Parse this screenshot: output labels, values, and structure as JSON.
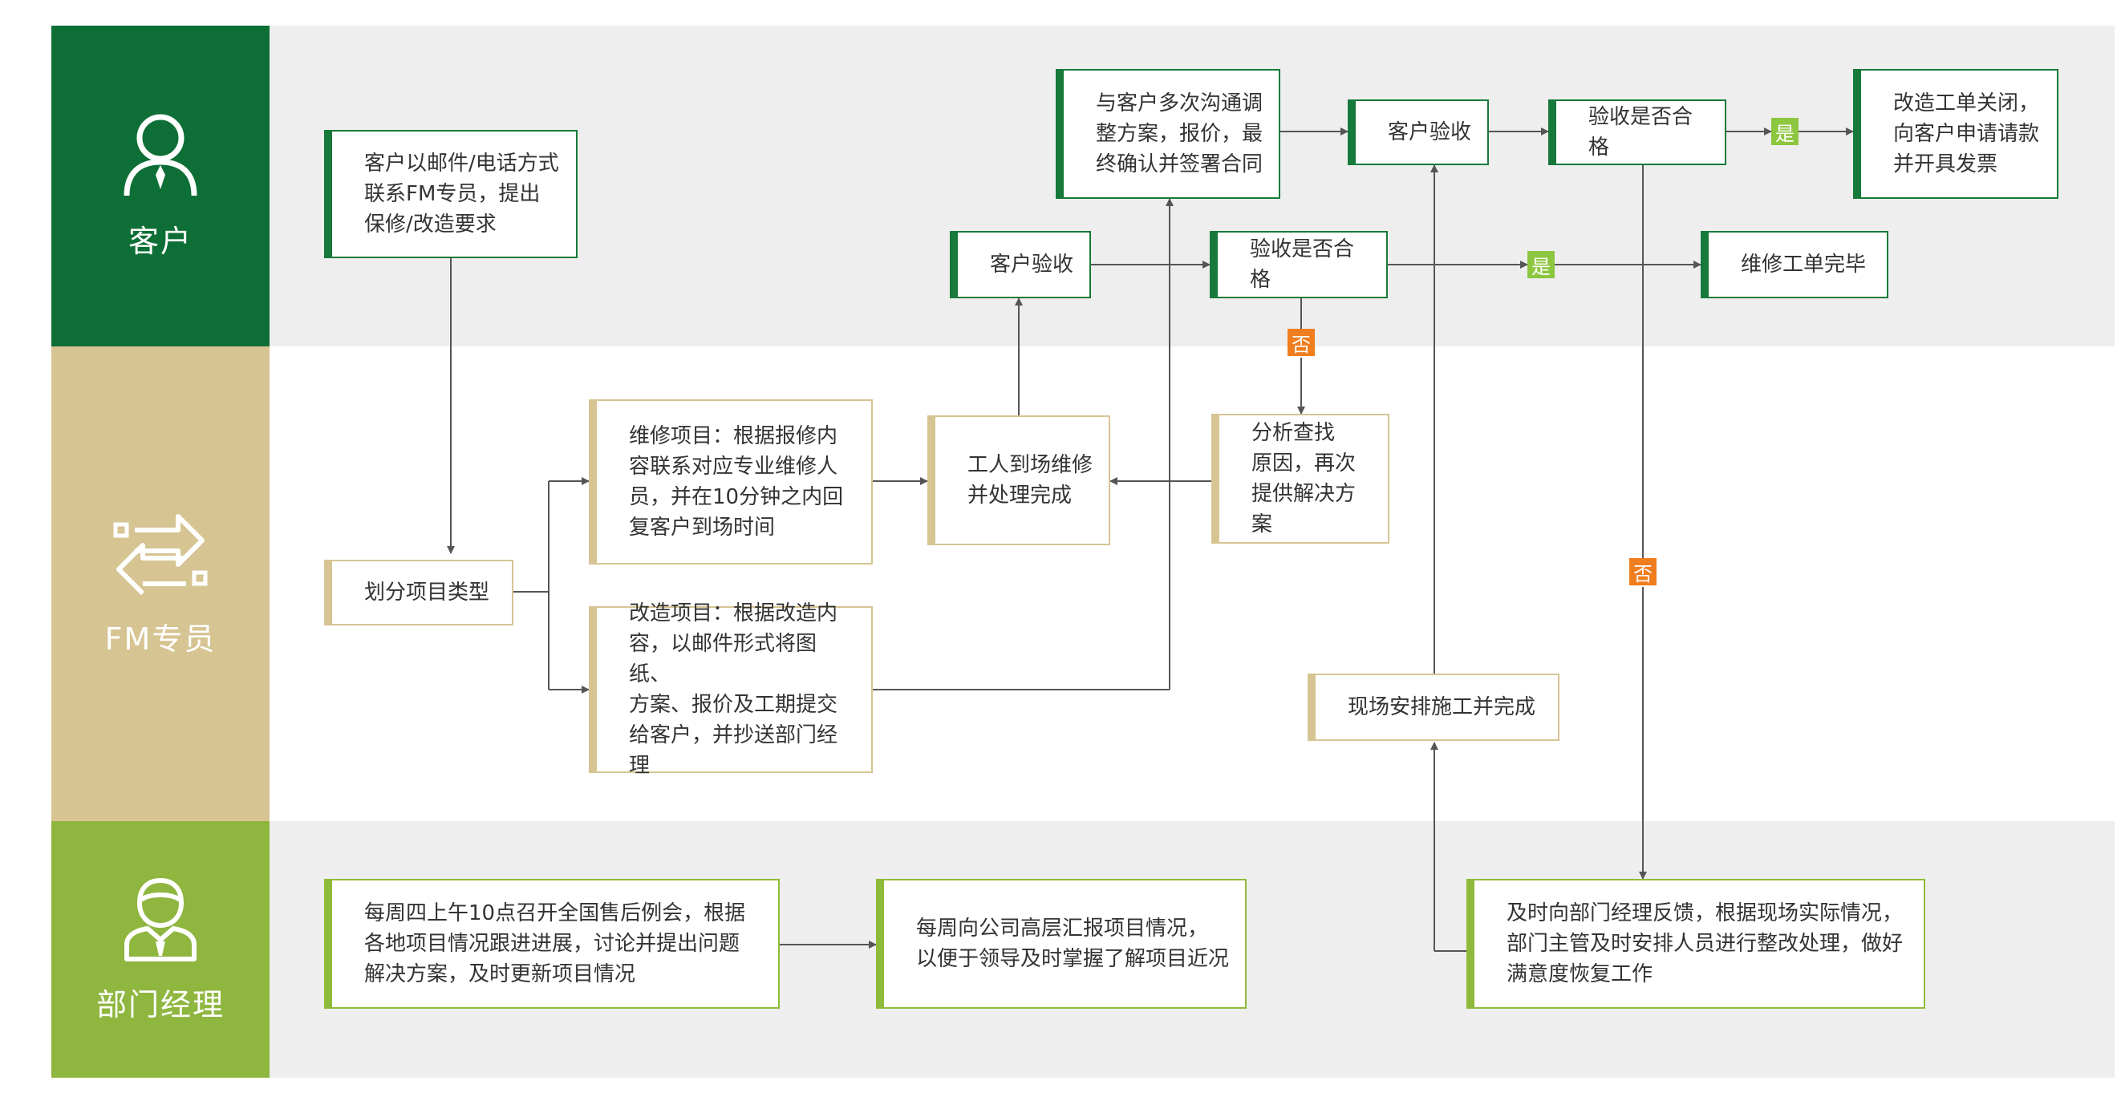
{
  "lanes": {
    "customer": {
      "title": "客户",
      "icon": "customer-person-icon",
      "color": "#0e6f36"
    },
    "fm": {
      "title": "FM专员",
      "icon": "transfer-arrows-icon",
      "color": "#d6c493"
    },
    "manager": {
      "title": "部门经理",
      "icon": "manager-person-icon",
      "color": "#8fb63f"
    }
  },
  "boxes": {
    "customer_request": "客户以邮件/电话方式\n联系FM专员，提出\n保修/改造要求",
    "negotiate_contract": "与客户多次沟通调\n整方案，报价，最\n终确认并签署合同",
    "acceptance_top": "客户验收",
    "check_top": "验收是否合格",
    "close_order": "改造工单关闭，\n向客户申请请款\n并开具发票",
    "acceptance_repair": "客户验收",
    "check_repair": "验收是否合格",
    "repair_done": "维修工单完毕",
    "classify": "划分项目类型",
    "repair_project": "维修项目：根据报修内\n容联系对应专业维修人\n员，并在10分钟之内回\n复客户到场时间",
    "renovation_project": "改造项目：根据改造内\n容，以邮件形式将图纸、\n方案、报价及工期提交\n给客户，并抄送部门经理",
    "worker_repair": "工人到场维修\n并处理完成",
    "analyze": "分析查找\n原因，再次\n提供解决方案",
    "onsite_construction": "现场安排施工并完成",
    "weekly_meeting": "每周四上午10点召开全国售后例会，根据\n各地项目情况跟进进展，讨论并提出问题\n解决方案，及时更新项目情况",
    "weekly_report": "每周向公司高层汇报项目情况，\n以便于领导及时掌握了解项目近况",
    "feedback": "及时向部门经理反馈，根据现场实际情况，\n部门主管及时安排人员进行整改处理，做好\n满意度恢复工作"
  },
  "badges": {
    "yes_top": "是",
    "yes_repair": "是",
    "no_repair": "否",
    "no_top": "否"
  },
  "colors": {
    "lane_bg_gray": "#eeeeee",
    "customer_green": "#177a3a",
    "fm_tan": "#d6c493",
    "manager_green": "#8fbb3a",
    "yes_badge": "#8dc63f",
    "no_badge": "#f07d1e"
  }
}
